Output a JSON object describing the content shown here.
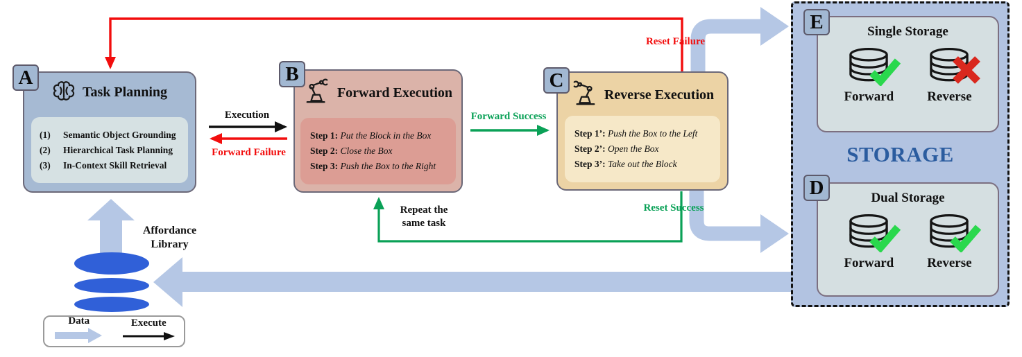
{
  "colors": {
    "box_a_bg": "#a6bad3",
    "box_a_inner_bg": "#d6e1e3",
    "box_b_bg": "#dbb3a9",
    "box_b_inner_bg": "#dc9d94",
    "box_c_bg": "#ecd3a5",
    "box_c_inner_bg": "#f6e8c8",
    "panel_bg": "#b2c3e1",
    "storage_box_bg": "#d5dfe1",
    "badge_bg": "#a2b8d2",
    "arrow_blue": "#b5c7e5",
    "arrow_red": "#f20d0d",
    "arrow_green": "#0aa157",
    "arrow_black": "#111111",
    "check_green": "#2ad84d",
    "cross_red": "#d9281e",
    "storage_title_blue": "#2b5c9f",
    "database_blue": "#3060d8"
  },
  "boxes": {
    "a": {
      "badge": "A",
      "title": "Task Planning",
      "items": [
        {
          "num": "(1)",
          "text": "Semantic Object Grounding"
        },
        {
          "num": "(2)",
          "text": "Hierarchical Task Planning"
        },
        {
          "num": "(3)",
          "text": "In-Context Skill Retrieval"
        }
      ]
    },
    "b": {
      "badge": "B",
      "title": "Forward Execution",
      "steps": [
        {
          "label": "Step 1:",
          "text": "Put the Block in the Box"
        },
        {
          "label": "Step 2:",
          "text": "Close the Box"
        },
        {
          "label": "Step 3:",
          "text": "Push the Box to the Right"
        }
      ]
    },
    "c": {
      "badge": "C",
      "title": "Reverse Execution",
      "steps": [
        {
          "label": "Step 1’:",
          "text": "Push the Box to the Left"
        },
        {
          "label": "Step 2’:",
          "text": "Open the Box"
        },
        {
          "label": "Step 3’:",
          "text": "Take out the Block"
        }
      ]
    }
  },
  "storage_panel": {
    "title": "STORAGE",
    "single": {
      "badge": "E",
      "title": "Single Storage",
      "items": [
        {
          "label": "Forward",
          "status": "success"
        },
        {
          "label": "Reverse",
          "status": "failure"
        }
      ]
    },
    "dual": {
      "badge": "D",
      "title": "Dual Storage",
      "items": [
        {
          "label": "Forward",
          "status": "success"
        },
        {
          "label": "Reverse",
          "status": "success"
        }
      ]
    }
  },
  "arrows": {
    "execution": "Execution",
    "forward_failure": "Forward Failure",
    "forward_success": "Forward Success",
    "reset_failure": "Reset Failure",
    "reset_success": "Reset Success",
    "repeat_line1": "Repeat the",
    "repeat_line2": "same task",
    "affordance_line1": "Affordance",
    "affordance_line2": "Library"
  },
  "legend": {
    "data_label": "Data",
    "execute_label": "Execute"
  }
}
